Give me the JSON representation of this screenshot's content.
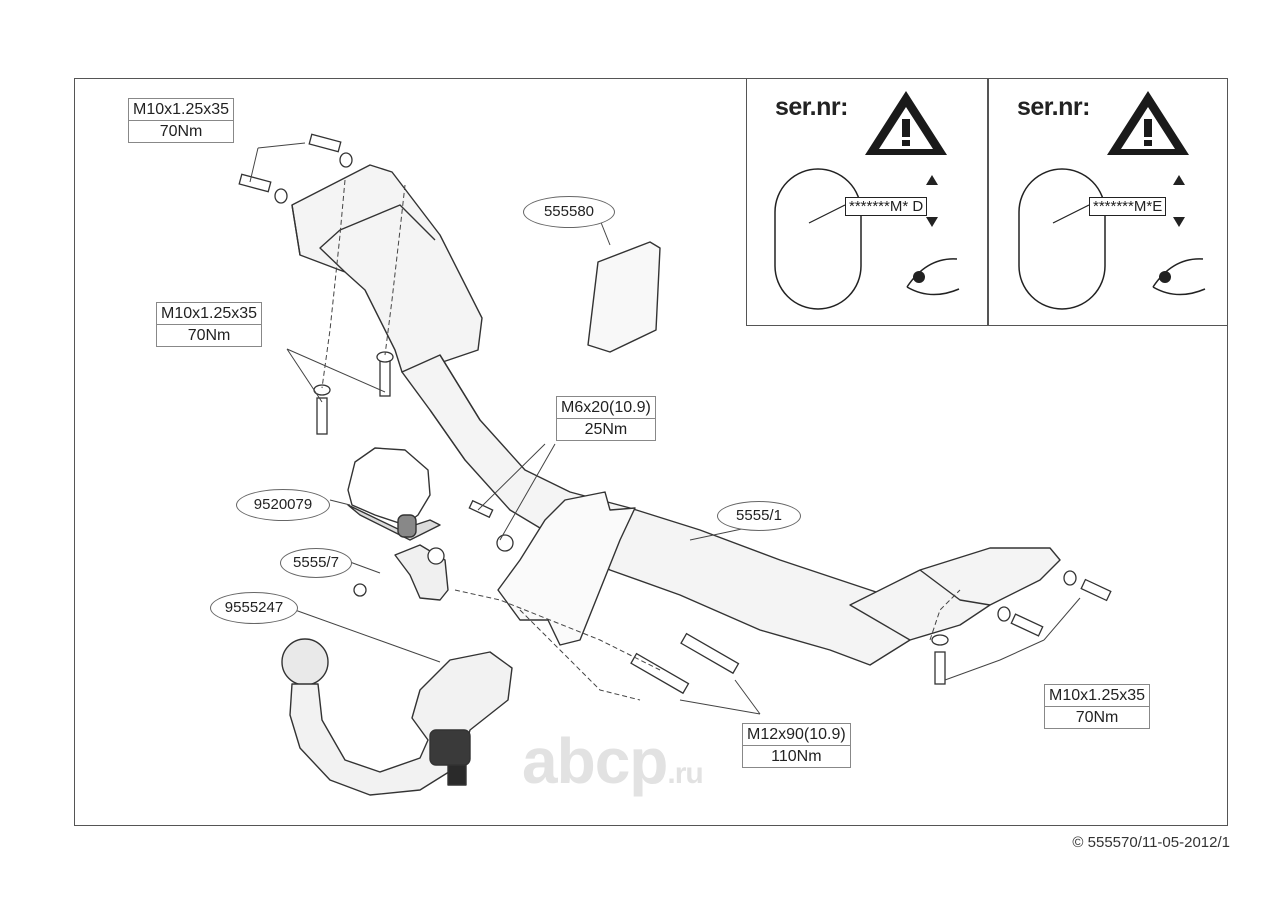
{
  "labels": {
    "bolt_top": {
      "size": "M10x1.25x35",
      "torque": "70Nm"
    },
    "bolt_left": {
      "size": "M10x1.25x35",
      "torque": "70Nm"
    },
    "bolt_m6": {
      "size": "M6x20(10.9)",
      "torque": "25Nm"
    },
    "bolt_m12": {
      "size": "M12x90(10.9)",
      "torque": "110Nm"
    },
    "bolt_right": {
      "size": "M10x1.25x35",
      "torque": "70Nm"
    }
  },
  "parts": {
    "kit": "555580",
    "socket": "9520079",
    "bracket": "5555/7",
    "beam": "5555/1",
    "ball": "9555247"
  },
  "serial_panels": [
    {
      "title": "ser.nr:",
      "code": "*******M* D"
    },
    {
      "title": "ser.nr:",
      "code": "*******M*E"
    }
  ],
  "watermark": {
    "main": "abcp",
    "suffix": ".ru"
  },
  "footer": "© 555570/11-05-2012/1"
}
